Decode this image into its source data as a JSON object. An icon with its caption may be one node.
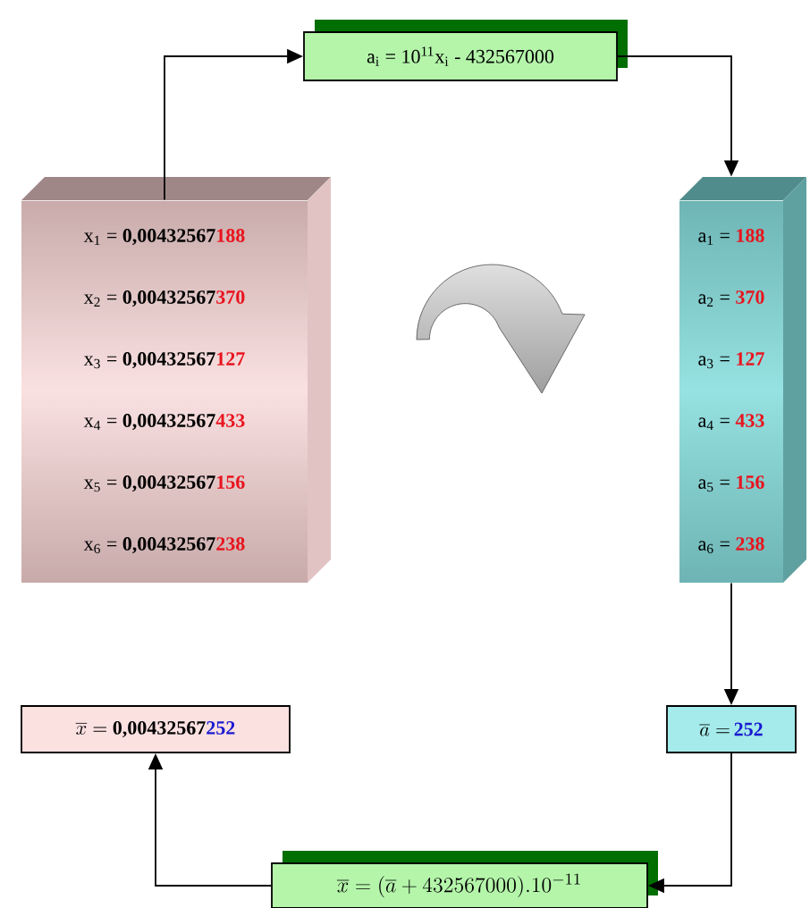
{
  "diagram": {
    "nodes": [
      {
        "text": [
          "x$_{1}$ = **0,00432567**",
          "188",
          "x$_{2}$ = **0,00432567**",
          "370",
          "x$_{3}$ = **0,00432567**",
          "127",
          "x$_{4}$ = **0,00432567**",
          "433",
          "x$_{5}$ = **0,00432567**",
          "156",
          "x$_{6}$ = **0,00432567**",
          "238"
        ]
      },
      {
        "text": [
          "a$_{i}$ = 10$^{11}$x$_{i}$ - 432567000"
        ]
      },
      {
        "text": [
          "a$_{1}$ = ",
          "188",
          "a$_{2}$ = ",
          "370",
          "a$_{3}$ = ",
          "127",
          "a$_{4}$ = ",
          "433",
          "a$_{5}$ = ",
          "156",
          "a$_{6}$ = ",
          "238"
        ]
      },
      {
        "text": [
          "\\overline{a} =",
          "252"
        ]
      },
      {
        "text": [
          "\\overline{x} =",
          "0,00432567",
          "252"
        ]
      },
      {
        "text": [
          "\\overline{x} = (\\overline{a}+ 432567000).10^{-11}"
        ]
      }
    ],
    "edges": [
      {
        "from": 0,
        "to": 1,
        "arrow": "to"
      },
      {
        "from": 1,
        "to": 2,
        "arrow": "to"
      },
      {
        "from": 2,
        "to": 3,
        "arrow": "to"
      },
      {
        "from": 3,
        "to": 5,
        "arrow": "to"
      },
      {
        "from": 5,
        "to": 4,
        "arrow": "to"
      }
    ]
  }
}
